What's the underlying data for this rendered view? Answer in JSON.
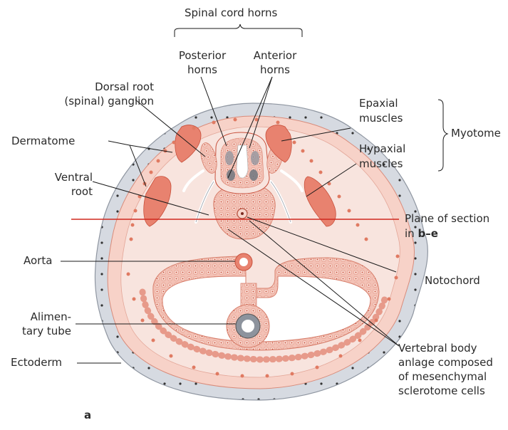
{
  "labels": {
    "spinal_cord_horns": "Spinal cord horns",
    "posterior_horns_1": "Posterior",
    "posterior_horns_2": "horns",
    "anterior_horns_1": "Anterior",
    "anterior_horns_2": "horns",
    "dorsal_root_1": "Dorsal root",
    "dorsal_root_2": "(spinal) ganglion",
    "dermatome": "Dermatome",
    "ventral_root_1": "Ventral",
    "ventral_root_2": "root",
    "aorta": "Aorta",
    "alimentary_1": "Alimen-",
    "alimentary_2": "tary tube",
    "ectoderm": "Ectoderm",
    "epaxial_1": "Epaxial",
    "epaxial_2": "muscles",
    "hypaxial_1": "Hypaxial",
    "hypaxial_2": "muscles",
    "myotome": "Myotome",
    "plane_1": "Plane of section",
    "plane_2_prefix": "in ",
    "plane_2_bold": "b–e",
    "notochord": "Notochord",
    "vertebral_1": "Vertebral body",
    "vertebral_2": "anlage composed",
    "vertebral_3": "of mesenchymal",
    "vertebral_4": "sclerotome cells",
    "panel": "a"
  },
  "colors": {
    "ectoderm_fill": "#d3d7de",
    "ectoderm_stroke": "#9aa0aa",
    "mesoderm_light": "#f8e4de",
    "mesoderm_dotted": "#f2b9ac",
    "muscle_fill": "#e8826f",
    "cell_dot": "#c8503c",
    "plane_line": "#d0281e",
    "leader": "#1a1a1a"
  }
}
